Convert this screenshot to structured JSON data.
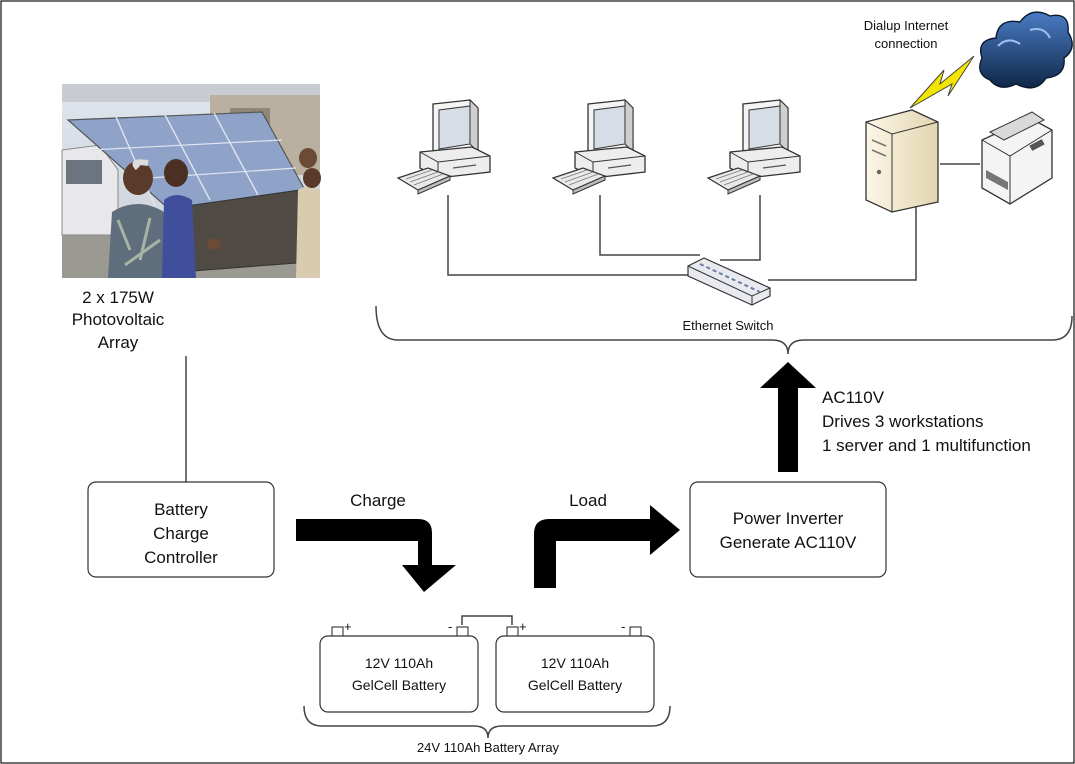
{
  "photo": {
    "caption_lines": [
      "2 x 175W",
      "Photovoltaic",
      "Array"
    ]
  },
  "charge_controller": {
    "lines": [
      "Battery",
      "Charge",
      "Controller"
    ]
  },
  "inverter": {
    "lines": [
      "Power Inverter",
      "Generate AC110V"
    ]
  },
  "flows": {
    "charge": "Charge",
    "load": "Load"
  },
  "ac_output": {
    "lines": [
      "AC110V",
      "Drives 3 workstations",
      "1 server and 1 multifunction"
    ]
  },
  "network": {
    "switch_label": "Ethernet Switch",
    "internet_lines": [
      "Dialup Internet",
      "connection"
    ]
  },
  "batteries": [
    {
      "lines": [
        "12V 110Ah",
        "GelCell Battery"
      ],
      "pos_sign": "+",
      "neg_sign": "-"
    },
    {
      "lines": [
        "12V 110Ah",
        "GelCell Battery"
      ],
      "pos_sign": "+",
      "neg_sign": "-"
    }
  ],
  "battery_array_label": "24V 110Ah Battery Array",
  "colors": {
    "arrow": "#000000",
    "cloud": "#1d3f6e",
    "lightning": "#f2e600",
    "server": "#f3ecd4",
    "panel": "#8fa2c7"
  }
}
